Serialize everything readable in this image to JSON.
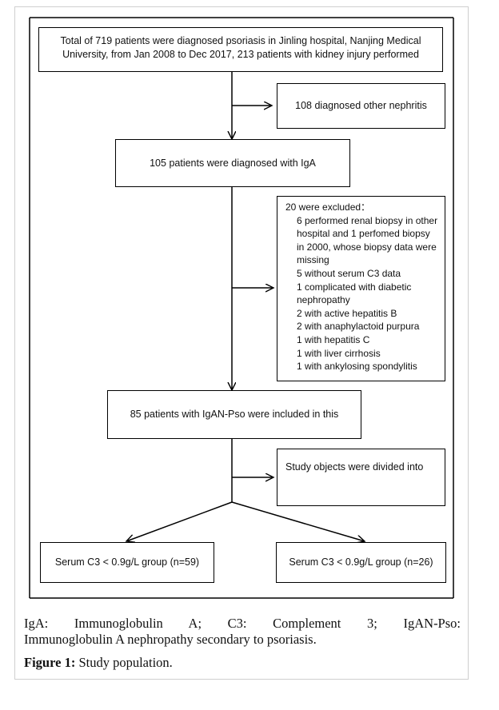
{
  "flowchart": {
    "top_box": {
      "line1": "Total of 719 patients were diagnosed psoriasis in Jinling hospital, Nanjing Medical",
      "line2": "University, from Jan 2008 to Dec 2017, 213 patients with kidney injury performed"
    },
    "other_nephritis": "108 diagnosed other nephritis",
    "iga_box": "105 patients were diagnosed with IgA",
    "excluded": {
      "title": "20 were excluded：",
      "items": [
        "6 performed renal biopsy in other hospital and 1 perfomed biopsy in 2000, whose biopsy data were missing",
        "5 without serum C3 data",
        "1 complicated with diabetic nephropathy",
        "2 with active hepatitis B",
        "2 with anaphylactoid purpura",
        "1 with hepatitis C",
        "1 with liver cirrhosis",
        "1 with ankylosing spondylitis"
      ]
    },
    "included_box": "85 patients with IgAN-Pso were included in this",
    "study_box": "Study objects were divided into",
    "group_left": "Serum C3 < 0.9g/L group (n=59)",
    "group_right": "Serum C3 < 0.9g/L group (n=26)"
  },
  "caption": {
    "abbreviations_line1": "IgA: Immunoglobulin A; C3: Complement 3; IgAN-Pso:",
    "abbreviations_line2": "Immunoglobulin A nephropathy secondary to psoriasis.",
    "figure_label": "Figure 1:",
    "figure_title": "Study population."
  }
}
